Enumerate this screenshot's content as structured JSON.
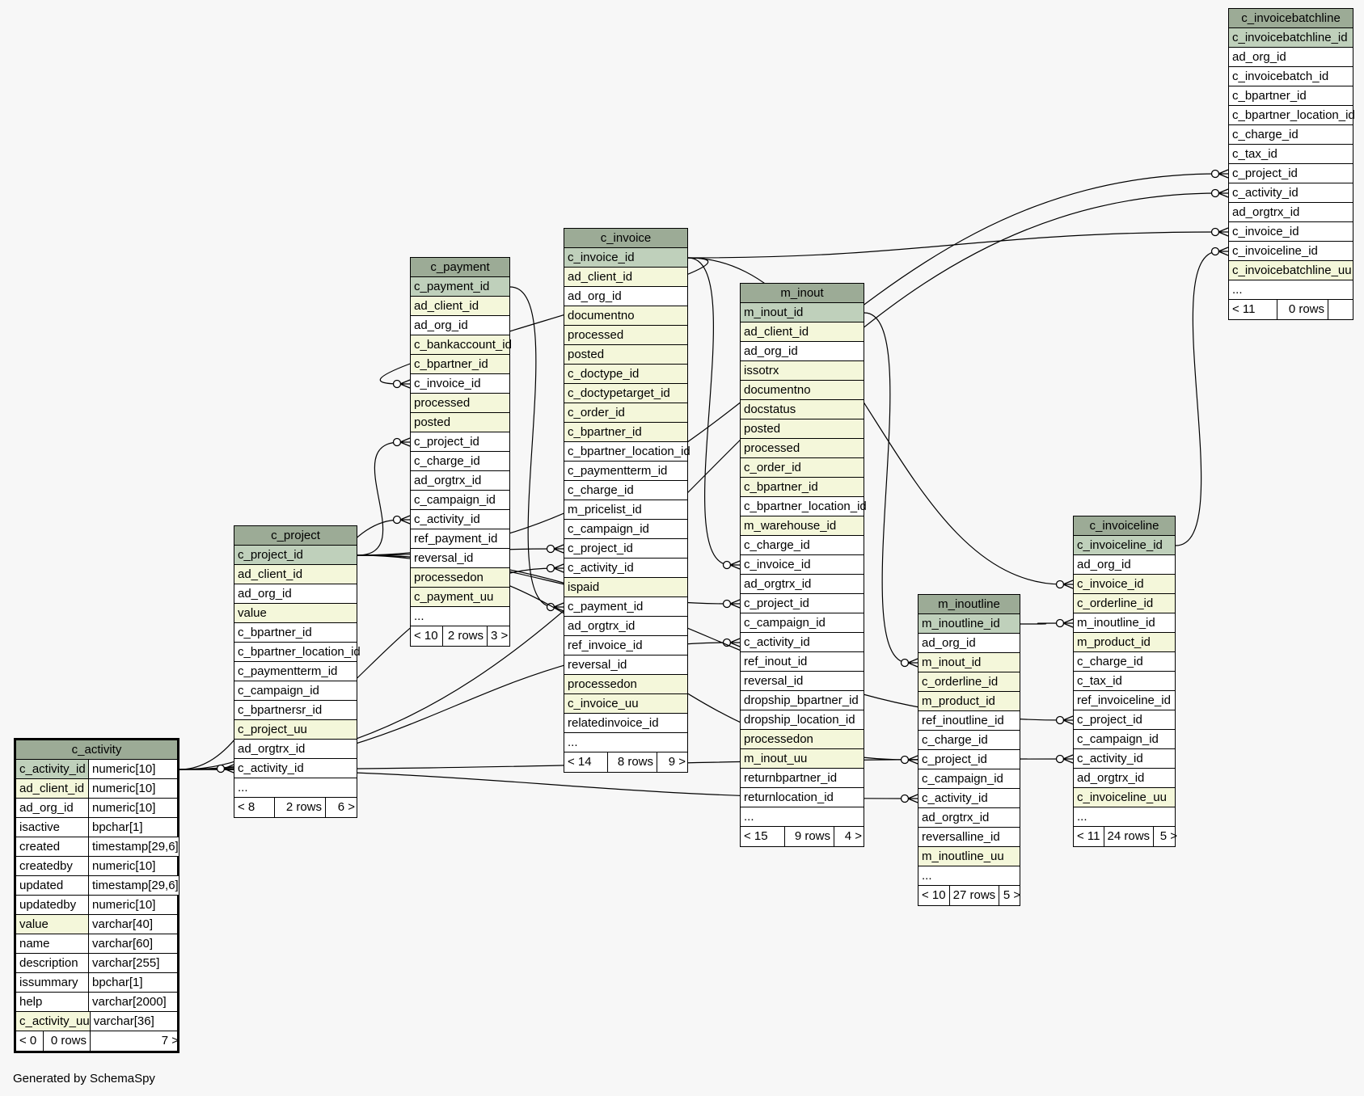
{
  "credit": "Generated by SchemaSpy",
  "colors": {
    "header": "#9cab96",
    "primary_key": "#bfd0bb",
    "indexed": "#f4f7da",
    "plain": "#ffffff",
    "background": "#f7f7f7"
  },
  "tables": {
    "c_invoicebatchline": {
      "title": "c_invoicebatchline",
      "columns": [
        {
          "name": "c_invoicebatchline_id",
          "kind": "pk"
        },
        {
          "name": "ad_org_id",
          "kind": "plain"
        },
        {
          "name": "c_invoicebatch_id",
          "kind": "plain"
        },
        {
          "name": "c_bpartner_id",
          "kind": "plain"
        },
        {
          "name": "c_bpartner_location_id",
          "kind": "plain"
        },
        {
          "name": "c_charge_id",
          "kind": "plain"
        },
        {
          "name": "c_tax_id",
          "kind": "plain"
        },
        {
          "name": "c_project_id",
          "kind": "plain"
        },
        {
          "name": "c_activity_id",
          "kind": "plain"
        },
        {
          "name": "ad_orgtrx_id",
          "kind": "plain"
        },
        {
          "name": "c_invoice_id",
          "kind": "plain"
        },
        {
          "name": "c_invoiceline_id",
          "kind": "plain"
        },
        {
          "name": "c_invoicebatchline_uu",
          "kind": "idx"
        },
        {
          "name": "...",
          "kind": "more"
        }
      ],
      "footer": [
        "< 11",
        "0 rows",
        ""
      ]
    },
    "c_invoice": {
      "title": "c_invoice",
      "columns": [
        {
          "name": "c_invoice_id",
          "kind": "pk"
        },
        {
          "name": "ad_client_id",
          "kind": "idx"
        },
        {
          "name": "ad_org_id",
          "kind": "plain"
        },
        {
          "name": "documentno",
          "kind": "idx"
        },
        {
          "name": "processed",
          "kind": "idx"
        },
        {
          "name": "posted",
          "kind": "idx"
        },
        {
          "name": "c_doctype_id",
          "kind": "idx"
        },
        {
          "name": "c_doctypetarget_id",
          "kind": "idx"
        },
        {
          "name": "c_order_id",
          "kind": "idx"
        },
        {
          "name": "c_bpartner_id",
          "kind": "idx"
        },
        {
          "name": "c_bpartner_location_id",
          "kind": "plain"
        },
        {
          "name": "c_paymentterm_id",
          "kind": "plain"
        },
        {
          "name": "c_charge_id",
          "kind": "plain"
        },
        {
          "name": "m_pricelist_id",
          "kind": "plain"
        },
        {
          "name": "c_campaign_id",
          "kind": "plain"
        },
        {
          "name": "c_project_id",
          "kind": "plain"
        },
        {
          "name": "c_activity_id",
          "kind": "plain"
        },
        {
          "name": "ispaid",
          "kind": "idx"
        },
        {
          "name": "c_payment_id",
          "kind": "plain"
        },
        {
          "name": "ad_orgtrx_id",
          "kind": "plain"
        },
        {
          "name": "ref_invoice_id",
          "kind": "plain"
        },
        {
          "name": "reversal_id",
          "kind": "plain"
        },
        {
          "name": "processedon",
          "kind": "idx"
        },
        {
          "name": "c_invoice_uu",
          "kind": "idx"
        },
        {
          "name": "relatedinvoice_id",
          "kind": "plain"
        },
        {
          "name": "...",
          "kind": "more"
        }
      ],
      "footer": [
        "< 14",
        "8 rows",
        "9 >"
      ]
    },
    "c_payment": {
      "title": "c_payment",
      "columns": [
        {
          "name": "c_payment_id",
          "kind": "pk"
        },
        {
          "name": "ad_client_id",
          "kind": "idx"
        },
        {
          "name": "ad_org_id",
          "kind": "plain"
        },
        {
          "name": "c_bankaccount_id",
          "kind": "idx"
        },
        {
          "name": "c_bpartner_id",
          "kind": "idx"
        },
        {
          "name": "c_invoice_id",
          "kind": "plain"
        },
        {
          "name": "processed",
          "kind": "idx"
        },
        {
          "name": "posted",
          "kind": "idx"
        },
        {
          "name": "c_project_id",
          "kind": "plain"
        },
        {
          "name": "c_charge_id",
          "kind": "plain"
        },
        {
          "name": "ad_orgtrx_id",
          "kind": "plain"
        },
        {
          "name": "c_campaign_id",
          "kind": "plain"
        },
        {
          "name": "c_activity_id",
          "kind": "plain"
        },
        {
          "name": "ref_payment_id",
          "kind": "plain"
        },
        {
          "name": "reversal_id",
          "kind": "plain"
        },
        {
          "name": "processedon",
          "kind": "idx"
        },
        {
          "name": "c_payment_uu",
          "kind": "idx"
        },
        {
          "name": "...",
          "kind": "more"
        }
      ],
      "footer": [
        "< 10",
        "2 rows",
        "3 >"
      ]
    },
    "m_inout": {
      "title": "m_inout",
      "columns": [
        {
          "name": "m_inout_id",
          "kind": "pk"
        },
        {
          "name": "ad_client_id",
          "kind": "idx"
        },
        {
          "name": "ad_org_id",
          "kind": "plain"
        },
        {
          "name": "issotrx",
          "kind": "idx"
        },
        {
          "name": "documentno",
          "kind": "idx"
        },
        {
          "name": "docstatus",
          "kind": "idx"
        },
        {
          "name": "posted",
          "kind": "idx"
        },
        {
          "name": "processed",
          "kind": "idx"
        },
        {
          "name": "c_order_id",
          "kind": "idx"
        },
        {
          "name": "c_bpartner_id",
          "kind": "idx"
        },
        {
          "name": "c_bpartner_location_id",
          "kind": "plain"
        },
        {
          "name": "m_warehouse_id",
          "kind": "idx"
        },
        {
          "name": "c_charge_id",
          "kind": "plain"
        },
        {
          "name": "c_invoice_id",
          "kind": "plain"
        },
        {
          "name": "ad_orgtrx_id",
          "kind": "plain"
        },
        {
          "name": "c_project_id",
          "kind": "plain"
        },
        {
          "name": "c_campaign_id",
          "kind": "plain"
        },
        {
          "name": "c_activity_id",
          "kind": "plain"
        },
        {
          "name": "ref_inout_id",
          "kind": "plain"
        },
        {
          "name": "reversal_id",
          "kind": "plain"
        },
        {
          "name": "dropship_bpartner_id",
          "kind": "plain"
        },
        {
          "name": "dropship_location_id",
          "kind": "plain"
        },
        {
          "name": "processedon",
          "kind": "idx"
        },
        {
          "name": "m_inout_uu",
          "kind": "idx"
        },
        {
          "name": "returnbpartner_id",
          "kind": "plain"
        },
        {
          "name": "returnlocation_id",
          "kind": "plain"
        },
        {
          "name": "...",
          "kind": "more"
        }
      ],
      "footer": [
        "< 15",
        "9 rows",
        "4 >"
      ]
    },
    "c_invoiceline": {
      "title": "c_invoiceline",
      "columns": [
        {
          "name": "c_invoiceline_id",
          "kind": "pk"
        },
        {
          "name": "ad_org_id",
          "kind": "plain"
        },
        {
          "name": "c_invoice_id",
          "kind": "idx"
        },
        {
          "name": "c_orderline_id",
          "kind": "idx"
        },
        {
          "name": "m_inoutline_id",
          "kind": "plain"
        },
        {
          "name": "m_product_id",
          "kind": "idx"
        },
        {
          "name": "c_charge_id",
          "kind": "plain"
        },
        {
          "name": "c_tax_id",
          "kind": "plain"
        },
        {
          "name": "ref_invoiceline_id",
          "kind": "plain"
        },
        {
          "name": "c_project_id",
          "kind": "plain"
        },
        {
          "name": "c_campaign_id",
          "kind": "plain"
        },
        {
          "name": "c_activity_id",
          "kind": "plain"
        },
        {
          "name": "ad_orgtrx_id",
          "kind": "plain"
        },
        {
          "name": "c_invoiceline_uu",
          "kind": "idx"
        },
        {
          "name": "...",
          "kind": "more"
        }
      ],
      "footer": [
        "< 11",
        "24 rows",
        "5 >"
      ]
    },
    "c_project": {
      "title": "c_project",
      "columns": [
        {
          "name": "c_project_id",
          "kind": "pk"
        },
        {
          "name": "ad_client_id",
          "kind": "idx"
        },
        {
          "name": "ad_org_id",
          "kind": "plain"
        },
        {
          "name": "value",
          "kind": "idx"
        },
        {
          "name": "c_bpartner_id",
          "kind": "plain"
        },
        {
          "name": "c_bpartner_location_id",
          "kind": "plain"
        },
        {
          "name": "c_paymentterm_id",
          "kind": "plain"
        },
        {
          "name": "c_campaign_id",
          "kind": "plain"
        },
        {
          "name": "c_bpartnersr_id",
          "kind": "plain"
        },
        {
          "name": "c_project_uu",
          "kind": "idx"
        },
        {
          "name": "ad_orgtrx_id",
          "kind": "plain"
        },
        {
          "name": "c_activity_id",
          "kind": "plain"
        },
        {
          "name": "...",
          "kind": "more"
        }
      ],
      "footer": [
        "< 8",
        "2 rows",
        "6 >"
      ]
    },
    "m_inoutline": {
      "title": "m_inoutline",
      "columns": [
        {
          "name": "m_inoutline_id",
          "kind": "pk"
        },
        {
          "name": "ad_org_id",
          "kind": "plain"
        },
        {
          "name": "m_inout_id",
          "kind": "idx"
        },
        {
          "name": "c_orderline_id",
          "kind": "idx"
        },
        {
          "name": "m_product_id",
          "kind": "idx"
        },
        {
          "name": "ref_inoutline_id",
          "kind": "plain"
        },
        {
          "name": "c_charge_id",
          "kind": "plain"
        },
        {
          "name": "c_project_id",
          "kind": "plain"
        },
        {
          "name": "c_campaign_id",
          "kind": "plain"
        },
        {
          "name": "c_activity_id",
          "kind": "plain"
        },
        {
          "name": "ad_orgtrx_id",
          "kind": "plain"
        },
        {
          "name": "reversalline_id",
          "kind": "plain"
        },
        {
          "name": "m_inoutline_uu",
          "kind": "idx"
        },
        {
          "name": "...",
          "kind": "more"
        }
      ],
      "footer": [
        "< 10",
        "27 rows",
        "5 >"
      ]
    },
    "c_activity": {
      "title": "c_activity",
      "columns": [
        {
          "name": "c_activity_id",
          "type": "numeric[10]",
          "kind": "pk"
        },
        {
          "name": "ad_client_id",
          "type": "numeric[10]",
          "kind": "idx"
        },
        {
          "name": "ad_org_id",
          "type": "numeric[10]",
          "kind": "plain"
        },
        {
          "name": "isactive",
          "type": "bpchar[1]",
          "kind": "plain"
        },
        {
          "name": "created",
          "type": "timestamp[29,6]",
          "kind": "plain"
        },
        {
          "name": "createdby",
          "type": "numeric[10]",
          "kind": "plain"
        },
        {
          "name": "updated",
          "type": "timestamp[29,6]",
          "kind": "plain"
        },
        {
          "name": "updatedby",
          "type": "numeric[10]",
          "kind": "plain"
        },
        {
          "name": "value",
          "type": "varchar[40]",
          "kind": "idx"
        },
        {
          "name": "name",
          "type": "varchar[60]",
          "kind": "plain"
        },
        {
          "name": "description",
          "type": "varchar[255]",
          "kind": "plain"
        },
        {
          "name": "issummary",
          "type": "bpchar[1]",
          "kind": "plain"
        },
        {
          "name": "help",
          "type": "varchar[2000]",
          "kind": "plain"
        },
        {
          "name": "c_activity_uu",
          "type": "varchar[36]",
          "kind": "idx"
        }
      ],
      "footer": [
        "< 0",
        "0 rows",
        "7 >"
      ]
    }
  },
  "relationships": [
    {
      "from": "c_activity.c_activity_id",
      "to": "c_invoicebatchline.c_activity_id"
    },
    {
      "from": "c_project.c_project_id",
      "to": "c_invoicebatchline.c_project_id"
    },
    {
      "from": "c_invoice.c_invoice_id",
      "to": "c_invoicebatchline.c_invoice_id"
    },
    {
      "from": "c_invoiceline.c_invoiceline_id",
      "to": "c_invoicebatchline.c_invoiceline_id"
    },
    {
      "from": "c_invoice.c_invoice_id",
      "to": "c_payment.c_invoice_id"
    },
    {
      "from": "c_project.c_project_id",
      "to": "c_payment.c_project_id"
    },
    {
      "from": "c_activity.c_activity_id",
      "to": "c_payment.c_activity_id"
    },
    {
      "from": "c_project.c_project_id",
      "to": "c_invoice.c_project_id"
    },
    {
      "from": "c_activity.c_activity_id",
      "to": "c_invoice.c_activity_id"
    },
    {
      "from": "c_payment.c_payment_id",
      "to": "c_invoice.c_payment_id"
    },
    {
      "from": "c_invoice.c_invoice_id",
      "to": "m_inout.c_invoice_id"
    },
    {
      "from": "c_project.c_project_id",
      "to": "m_inout.c_project_id"
    },
    {
      "from": "c_activity.c_activity_id",
      "to": "m_inout.c_activity_id"
    },
    {
      "from": "c_invoice.c_invoice_id",
      "to": "c_invoiceline.c_invoice_id"
    },
    {
      "from": "m_inoutline.m_inoutline_id",
      "to": "c_invoiceline.m_inoutline_id"
    },
    {
      "from": "c_project.c_project_id",
      "to": "c_invoiceline.c_project_id"
    },
    {
      "from": "c_activity.c_activity_id",
      "to": "c_invoiceline.c_activity_id"
    },
    {
      "from": "m_inout.m_inout_id",
      "to": "m_inoutline.m_inout_id"
    },
    {
      "from": "c_project.c_project_id",
      "to": "m_inoutline.c_project_id"
    },
    {
      "from": "c_activity.c_activity_id",
      "to": "m_inoutline.c_activity_id"
    },
    {
      "from": "c_activity.c_activity_id",
      "to": "c_project.c_activity_id"
    }
  ]
}
